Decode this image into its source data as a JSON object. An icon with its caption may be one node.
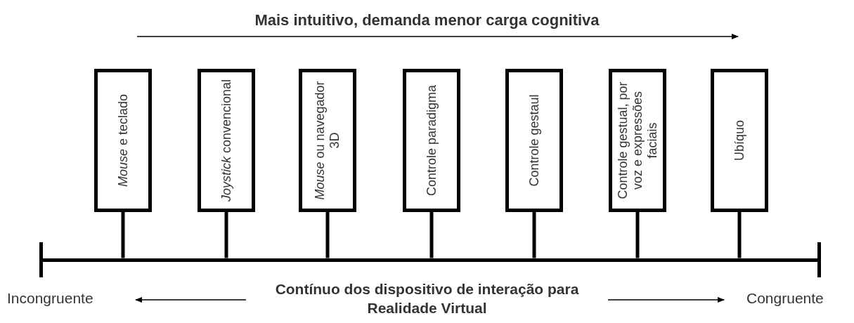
{
  "diagram": {
    "title": "Mais intuitivo, demanda menor carga cognitiva",
    "nodes": [
      {
        "text": [
          "*Mouse* e teclado"
        ]
      },
      {
        "text": [
          "*Joystick* convencional"
        ]
      },
      {
        "text": [
          "*Mouse* ou navegador 3D"
        ]
      },
      {
        "text": [
          "Controle paradigma"
        ]
      },
      {
        "text": [
          "Controle gestaul"
        ]
      },
      {
        "text": [
          "Controle gestual, por voz e expressões faciais"
        ]
      },
      {
        "text": [
          "Ubíquo"
        ]
      },
      {
        "text": [],
        "shape": "bar"
      }
    ],
    "edges": [
      {
        "from": 0,
        "to": 7,
        "arrow": "none"
      },
      {
        "from": 1,
        "to": 7,
        "arrow": "none"
      },
      {
        "from": 2,
        "to": 7,
        "arrow": "none"
      },
      {
        "from": 3,
        "to": 7,
        "arrow": "none"
      },
      {
        "from": 4,
        "to": 7,
        "arrow": "none"
      },
      {
        "from": 5,
        "to": 7,
        "arrow": "none"
      },
      {
        "from": 6,
        "to": 7,
        "arrow": "none"
      }
    ],
    "labels": [
      "Incongruente",
      "Contínuo dos dispositivo de interação para Realidade Virtual",
      "Congruente"
    ]
  }
}
